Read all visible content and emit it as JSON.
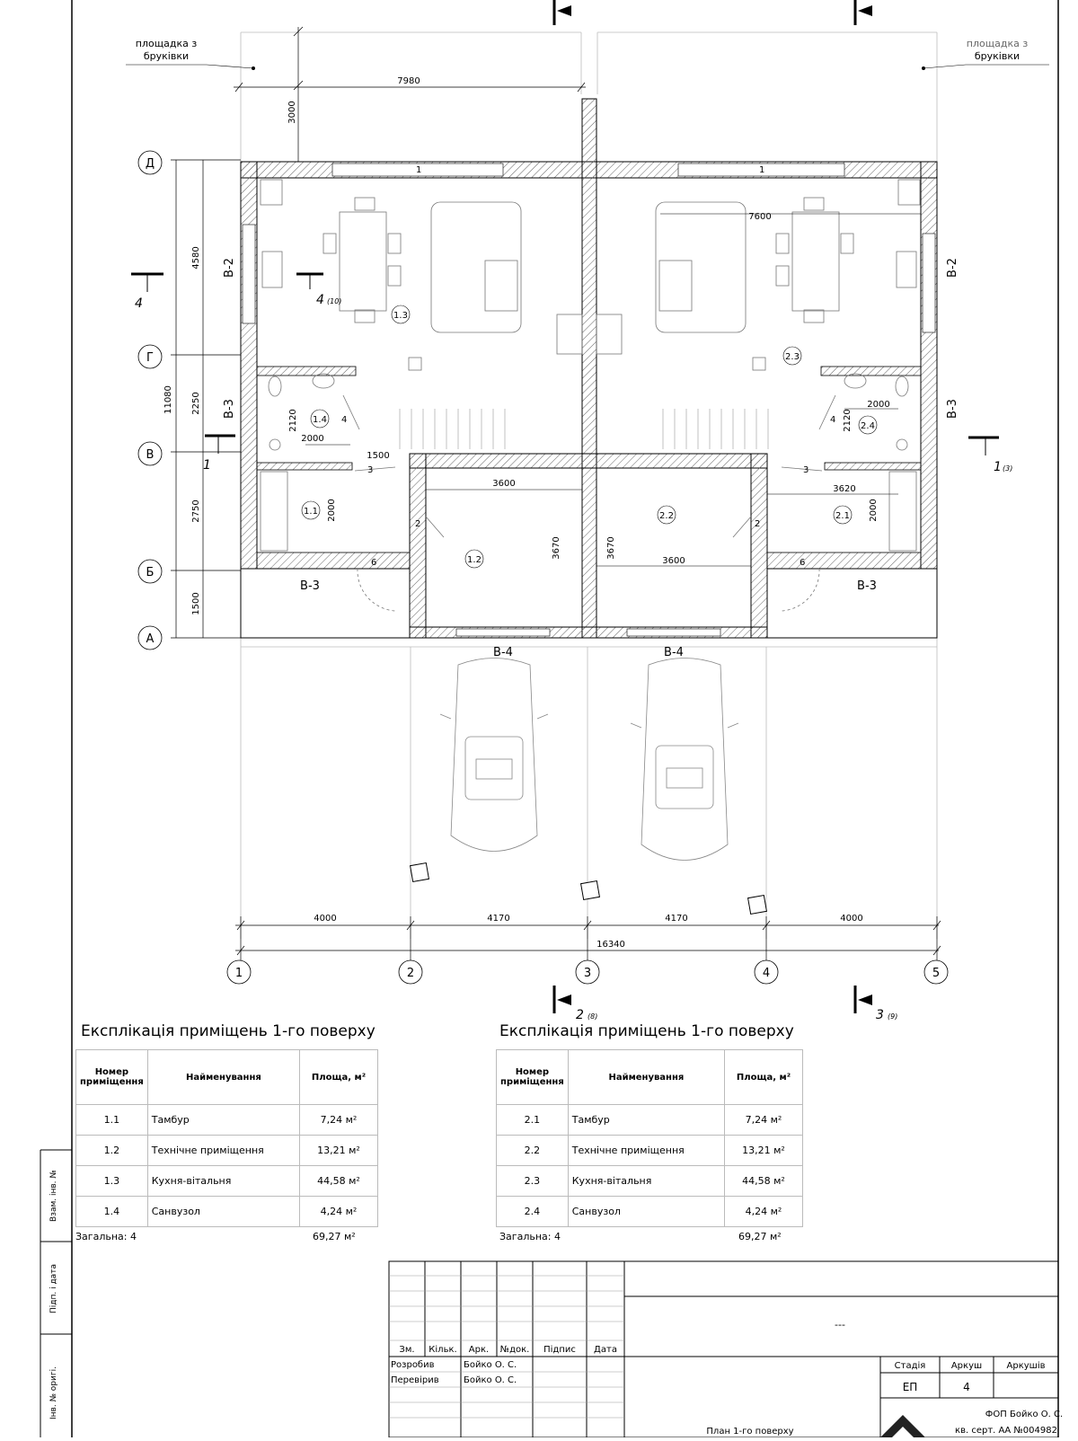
{
  "plan": {
    "paving_label": "площадка з бруківки",
    "axes_letters": [
      "Д",
      "Г",
      "В",
      "Б",
      "А"
    ],
    "axes_numbers": [
      "1",
      "2",
      "3",
      "4",
      "5"
    ],
    "dims_top": {
      "width_7980": "7980",
      "h_3000": "3000",
      "inner_7600": "7600"
    },
    "dims_left": {
      "d4580": "4580",
      "d2250": "2250",
      "d2750": "2750",
      "d1500": "1500",
      "total": "11080"
    },
    "dims_bottom": {
      "a": "4000",
      "b": "4170",
      "c": "4170",
      "d": "4000",
      "total": "16340"
    },
    "inner_dims": [
      "3600",
      "3600",
      "3620",
      "3670",
      "3670",
      "2120",
      "2120",
      "2000",
      "2000",
      "2000",
      "2000",
      "1500"
    ],
    "rooms": [
      "1.1",
      "1.2",
      "1.3",
      "1.4",
      "2.1",
      "2.2",
      "2.3",
      "2.4"
    ],
    "door_marks": [
      "1",
      "1",
      "2",
      "2",
      "3",
      "3",
      "4",
      "4",
      "6",
      "6"
    ],
    "sections": {
      "s1": "1",
      "s1b": "1",
      "s2": "2",
      "s3": "3",
      "s4": "4",
      "s4b": "4"
    },
    "section_refs": {
      "r1": "(3)",
      "r2": "(8)",
      "r3": "(9)",
      "r4": "(10)"
    },
    "views": [
      "В-2",
      "В-2",
      "В-3",
      "В-3",
      "В-3",
      "В-3",
      "В-4",
      "В-4"
    ]
  },
  "explication": {
    "title": "Експлікація приміщень 1-го поверху",
    "headers": [
      "Номер приміщення",
      "Найменування",
      "Площа, м²"
    ],
    "left_rows": [
      [
        "1.1",
        "Тамбур",
        "7,24 м²"
      ],
      [
        "1.2",
        "Технічне приміщення",
        "13,21 м²"
      ],
      [
        "1.3",
        "Кухня-вітальня",
        "44,58 м²"
      ],
      [
        "1.4",
        "Санвузол",
        "4,24 м²"
      ]
    ],
    "right_rows": [
      [
        "2.1",
        "Тамбур",
        "7,24 м²"
      ],
      [
        "2.2",
        "Технічне приміщення",
        "13,21 м²"
      ],
      [
        "2.3",
        "Кухня-вітальня",
        "44,58 м²"
      ],
      [
        "2.4",
        "Санвузол",
        "4,24 м²"
      ]
    ],
    "total_label": "Загальна: 4",
    "total_value": "69,27 м²"
  },
  "stamp": {
    "headers": [
      "Зм.",
      "Кільк.",
      "Арк.",
      "№док.",
      "Підпис",
      "Дата"
    ],
    "roles": [
      [
        "Розробив",
        "Бойко О. С."
      ],
      [
        "Перевірив",
        "Бойко О. С."
      ]
    ],
    "project": "---",
    "stage_header": "Стадія",
    "sheet_header": "Аркуш",
    "sheets_header": "Аркушів",
    "stage": "ЕП",
    "sheet": "4",
    "drawing_title": "План 1-го поверху",
    "company": "ФОП Бойко О. С.",
    "cert": "кв. серт. АА №004982"
  },
  "side": [
    "Взам. інв. №",
    "Підп. і дата",
    "Інв. № оригі."
  ]
}
